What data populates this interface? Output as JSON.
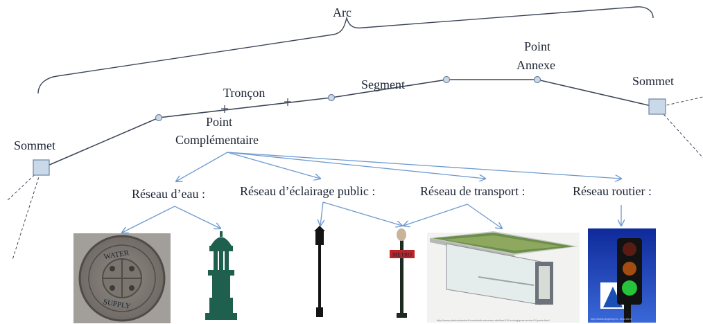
{
  "labels": {
    "arc": "Arc",
    "troncon": "Tronçon",
    "segment": "Segment",
    "point_annexe_line1": "Point",
    "point_annexe_line2": "Annexe",
    "sommet_left": "Sommet",
    "sommet_right": "Sommet",
    "point_comp_line1": "Point",
    "point_comp_line2": "Complémentaire"
  },
  "categories": [
    "Réseau d’eau :",
    "Réseau d’éclairage public :",
    "Réseau de transport :",
    "Réseau routier :"
  ],
  "photos": {
    "manhole": {
      "text_top": "WATER",
      "text_bottom": "SUPPLY"
    },
    "metro_sign": "METRO",
    "bus_shelter_caption": "http://www.photosdoadcell.com/static-structure-abribus-5-5-ecologiques-arche-04-paris.html",
    "traffic_light_caption": "http://www.jeppercy.fr/...feux.html"
  },
  "colors": {
    "line": "#3d4658",
    "node_fill": "#c9d9ea",
    "node_stroke": "#6f829b",
    "arrow": "#6e9ad0",
    "text": "#1b2433"
  }
}
